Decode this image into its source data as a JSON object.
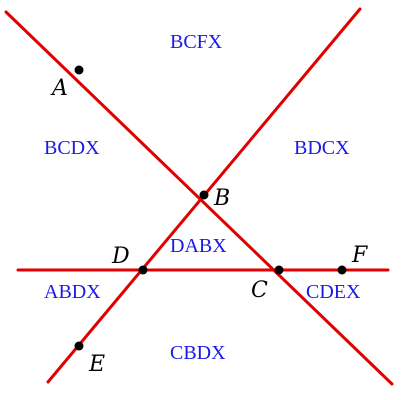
{
  "colors": {
    "line": "#e00000",
    "region_text": "#1a1ae6",
    "point": "#000000",
    "point_label": "#000000"
  },
  "points": {
    "A": "A",
    "B": "B",
    "C": "C",
    "D": "D",
    "E": "E",
    "F": "F"
  },
  "regions": {
    "top": "BCFX",
    "left": "BCDX",
    "right": "BDCX",
    "center": "DABX",
    "lower_left": "ABDX",
    "lower_right": "CDEX",
    "bottom": "CBDX"
  }
}
